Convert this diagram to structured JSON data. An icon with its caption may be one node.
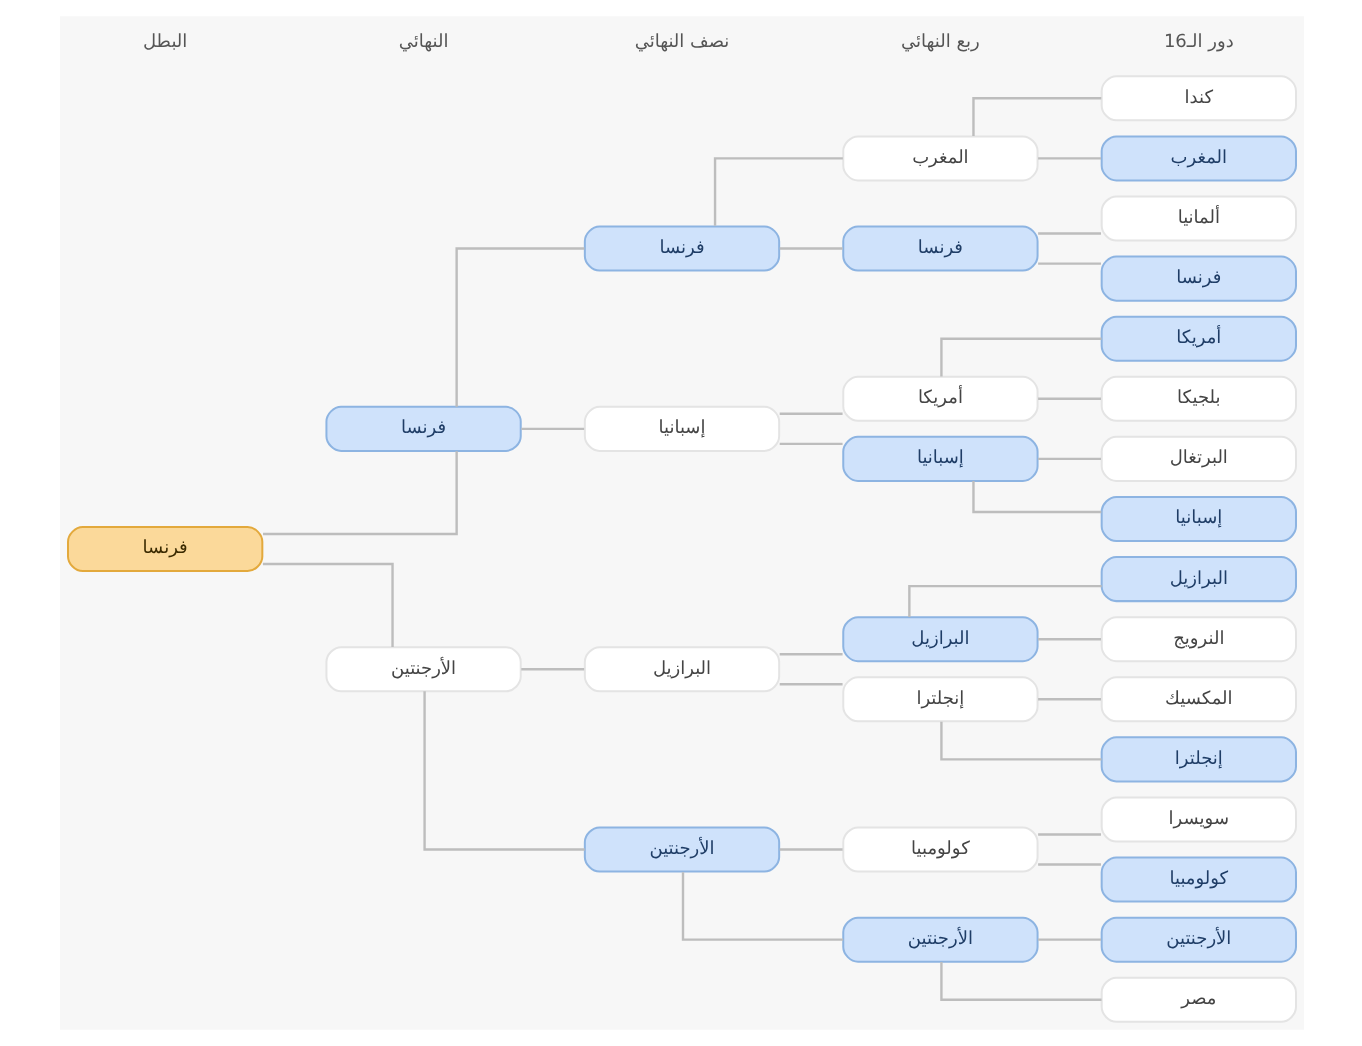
{
  "diagram": {
    "nodes": [
      {
        "text": [
          "فرنسا"
        ]
      },
      {
        "text": [
          "فرنسا"
        ]
      },
      {
        "text": [
          "الأرجنتين"
        ]
      },
      {
        "text": [
          "فرنسا"
        ]
      },
      {
        "text": [
          "إسبانيا"
        ]
      },
      {
        "text": [
          "البرازيل"
        ]
      },
      {
        "text": [
          "الأرجنتين"
        ]
      },
      {
        "text": [
          "المغرب"
        ]
      },
      {
        "text": [
          "فرنسا"
        ]
      },
      {
        "text": [
          "أمريكا"
        ]
      },
      {
        "text": [
          "إسبانيا"
        ]
      },
      {
        "text": [
          "البرازيل"
        ]
      },
      {
        "text": [
          "إنجلترا"
        ]
      },
      {
        "text": [
          "كولومبيا"
        ]
      },
      {
        "text": [
          "الأرجنتين"
        ]
      },
      {
        "text": [
          "كندا"
        ]
      },
      {
        "text": [
          "المغرب"
        ]
      },
      {
        "text": [
          "ألمانيا"
        ]
      },
      {
        "text": [
          "فرنسا"
        ]
      },
      {
        "text": [
          "أمريكا"
        ]
      },
      {
        "text": [
          "بلجيكا"
        ]
      },
      {
        "text": [
          "البرتغال"
        ]
      },
      {
        "text": [
          "إسبانيا"
        ]
      },
      {
        "text": [
          "البرازيل"
        ]
      },
      {
        "text": [
          "النرويج"
        ]
      },
      {
        "text": [
          "المكسيك"
        ]
      },
      {
        "text": [
          "إنجلترا"
        ]
      },
      {
        "text": [
          "سويسرا"
        ]
      },
      {
        "text": [
          "كولومبيا"
        ]
      },
      {
        "text": [
          "الأرجنتين"
        ]
      },
      {
        "text": [
          "مصر"
        ]
      }
    ],
    "edges": [
      {
        "from": 0,
        "to": 1,
        "arrow": "none"
      },
      {
        "from": 0,
        "to": 2,
        "arrow": "none"
      },
      {
        "from": 1,
        "to": 3,
        "arrow": "none"
      },
      {
        "from": 1,
        "to": 4,
        "arrow": "none"
      },
      {
        "from": 2,
        "to": 5,
        "arrow": "none"
      },
      {
        "from": 2,
        "to": 6,
        "arrow": "none"
      },
      {
        "from": 3,
        "to": 7,
        "arrow": "none"
      },
      {
        "from": 3,
        "to": 8,
        "arrow": "none"
      },
      {
        "from": 4,
        "to": 9,
        "arrow": "none"
      },
      {
        "from": 4,
        "to": 10,
        "arrow": "none"
      },
      {
        "from": 5,
        "to": 11,
        "arrow": "none"
      },
      {
        "from": 5,
        "to": 12,
        "arrow": "none"
      },
      {
        "from": 6,
        "to": 13,
        "arrow": "none"
      },
      {
        "from": 6,
        "to": 14,
        "arrow": "none"
      },
      {
        "from": 7,
        "to": 15,
        "arrow": "none"
      },
      {
        "from": 7,
        "to": 16,
        "arrow": "none"
      },
      {
        "from": 8,
        "to": 17,
        "arrow": "none"
      },
      {
        "from": 8,
        "to": 18,
        "arrow": "none"
      },
      {
        "from": 9,
        "to": 19,
        "arrow": "none"
      },
      {
        "from": 9,
        "to": 20,
        "arrow": "none"
      },
      {
        "from": 10,
        "to": 21,
        "arrow": "none"
      },
      {
        "from": 10,
        "to": 22,
        "arrow": "none"
      },
      {
        "from": 11,
        "to": 23,
        "arrow": "none"
      },
      {
        "from": 11,
        "to": 24,
        "arrow": "none"
      },
      {
        "from": 12,
        "to": 25,
        "arrow": "none"
      },
      {
        "from": 12,
        "to": 26,
        "arrow": "none"
      },
      {
        "from": 13,
        "to": 27,
        "arrow": "none"
      },
      {
        "from": 13,
        "to": 28,
        "arrow": "none"
      },
      {
        "from": 14,
        "to": 29,
        "arrow": "none"
      },
      {
        "from": 14,
        "to": 30,
        "arrow": "none"
      }
    ],
    "labels": [
      "دور الـ16",
      "ربع النهائي",
      "نصف النهائي",
      "النهائي",
      "البطل"
    ]
  }
}
